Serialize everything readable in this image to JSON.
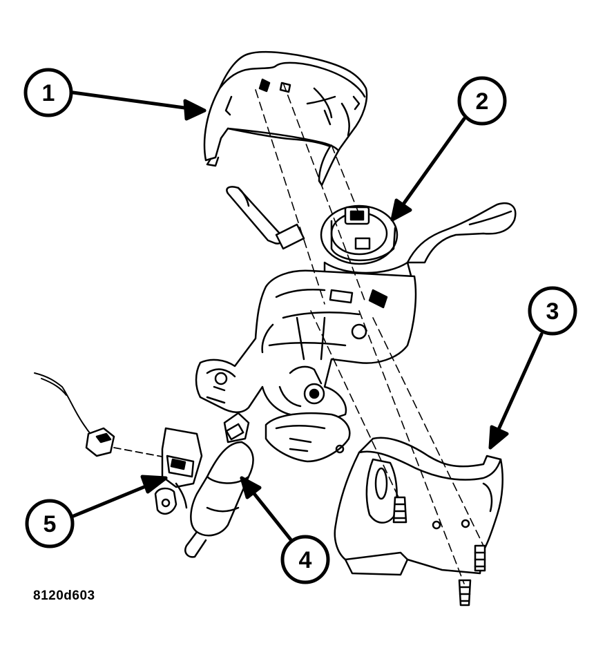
{
  "figure": {
    "code": "8120d603"
  },
  "callouts": [
    {
      "id": "1",
      "label": "1"
    },
    {
      "id": "2",
      "label": "2"
    },
    {
      "id": "3",
      "label": "3"
    },
    {
      "id": "4",
      "label": "4"
    },
    {
      "id": "5",
      "label": "5"
    }
  ],
  "colors": {
    "line": "#000000",
    "background": "#ffffff",
    "shade": "#d9d9d9"
  }
}
